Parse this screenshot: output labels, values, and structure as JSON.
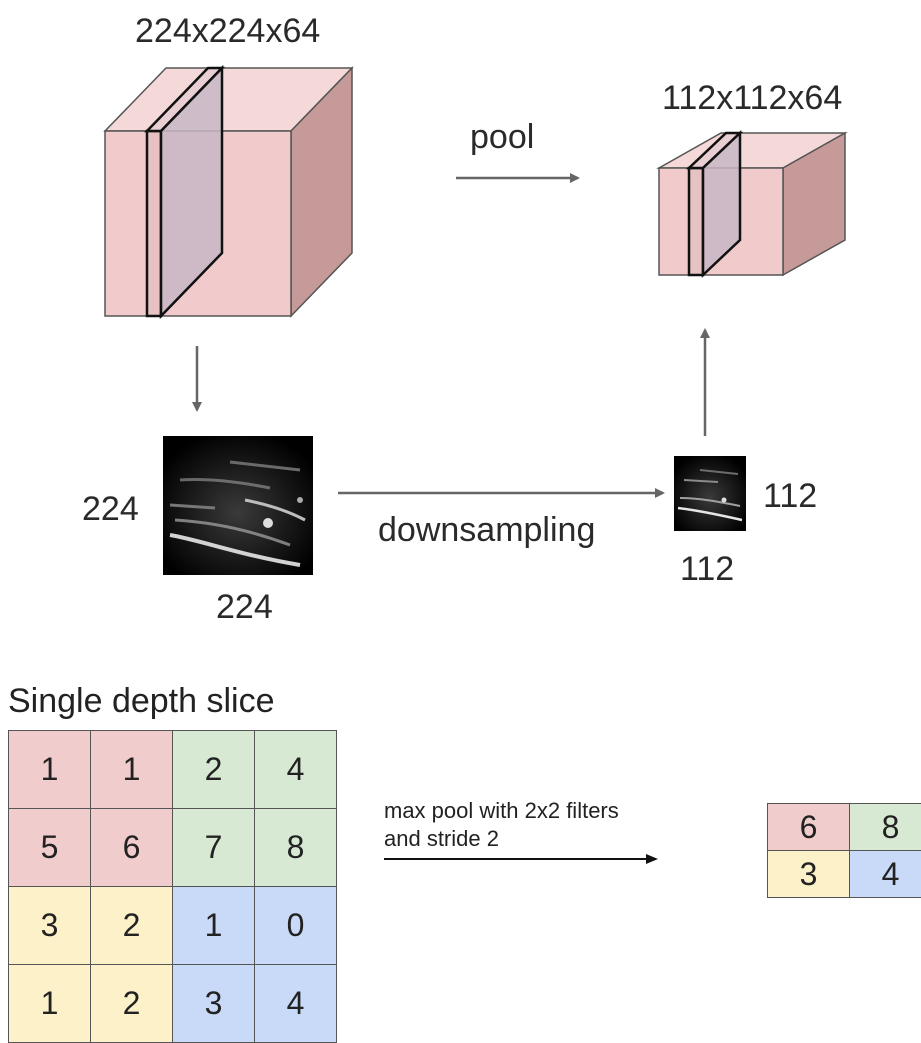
{
  "top": {
    "input_volume_label": "224x224x64",
    "output_volume_label": "112x112x64",
    "pool_label": "pool",
    "downsampling_label": "downsampling",
    "input_slice_height_label": "224",
    "input_slice_width_label": "224",
    "output_slice_height_label": "112",
    "output_slice_width_label": "112"
  },
  "bottom": {
    "title": "Single depth slice",
    "operation_line1": "max pool with 2x2 filters",
    "operation_line2": "and stride 2",
    "input_grid": [
      [
        {
          "v": "1",
          "c": "pink"
        },
        {
          "v": "1",
          "c": "pink"
        },
        {
          "v": "2",
          "c": "green"
        },
        {
          "v": "4",
          "c": "green"
        }
      ],
      [
        {
          "v": "5",
          "c": "pink"
        },
        {
          "v": "6",
          "c": "pink"
        },
        {
          "v": "7",
          "c": "green"
        },
        {
          "v": "8",
          "c": "green"
        }
      ],
      [
        {
          "v": "3",
          "c": "yellow"
        },
        {
          "v": "2",
          "c": "yellow"
        },
        {
          "v": "1",
          "c": "blue"
        },
        {
          "v": "0",
          "c": "blue"
        }
      ],
      [
        {
          "v": "1",
          "c": "yellow"
        },
        {
          "v": "2",
          "c": "yellow"
        },
        {
          "v": "3",
          "c": "blue"
        },
        {
          "v": "4",
          "c": "blue"
        }
      ]
    ],
    "output_grid": [
      [
        {
          "v": "6",
          "c": "pink"
        },
        {
          "v": "8",
          "c": "green"
        }
      ],
      [
        {
          "v": "3",
          "c": "yellow"
        },
        {
          "v": "4",
          "c": "blue"
        }
      ]
    ]
  },
  "colors": {
    "cube_front": "#f1cbcb",
    "cube_top": "#f5d9d9",
    "cube_side": "#c79a9a",
    "slice_fill": "#c8b6c6",
    "arrow": "#666666",
    "pink": "#f1cccc",
    "green": "#d8e9d3",
    "yellow": "#fdf1c9",
    "blue": "#c9daf8"
  }
}
